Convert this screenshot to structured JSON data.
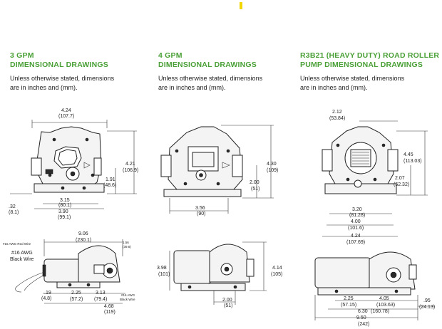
{
  "columns": [
    {
      "heading_line1": "3 GPM",
      "heading_line2": "DIMENSIONAL DRAWINGS",
      "note_line1": "Unless otherwise stated, dimensions",
      "note_line2": "are in inches and (mm).",
      "front_dims": {
        "width_in": "4.24",
        "width_mm": "(107.7)",
        "height_in": "4.21",
        "height_mm": "(106.9)",
        "mid_in": "1.91",
        "mid_mm": "(48.6)",
        "left_in": ".32",
        "left_mm": "(8.1)",
        "inner_in": "3.15",
        "inner_mm": "(80.1)",
        "base_in": "3.90",
        "base_mm": "(99.1)"
      },
      "side_dims": {
        "length_in": "9.06",
        "length_mm": "(230.1)",
        "small_in": "1.56",
        "small_mm": "(39.6)",
        "red_wire_label": "#16 AWG Red Wire",
        "wire_label_line1": "#16 AWG",
        "wire_label_line2": "Black Wire",
        "corner_label_line1": "#16 AWG",
        "corner_label_line2": "Black Wire",
        "foot_in": ".19",
        "foot_mm": "(4.8)",
        "a_in": "2.25",
        "a_mm": "(57.2)",
        "b_in": "3.13",
        "b_mm": "(79.4)",
        "c_in": "4.68",
        "c_mm": "(119)"
      }
    },
    {
      "heading_line1": "4 GPM",
      "heading_line2": "DIMENSIONAL DRAWINGS",
      "note_line1": "Unless otherwise stated, dimensions",
      "note_line2": "are in inches and (mm).",
      "front_dims": {
        "height_in": "4.30",
        "height_mm": "(109)",
        "mid_in": "2.00",
        "mid_mm": "(51)",
        "base_in": "3.56",
        "base_mm": "(90)"
      },
      "side_dims": {
        "left_in": "3.98",
        "left_mm": "(101)",
        "right_in": "4.14",
        "right_mm": "(105)",
        "foot_in": "2.00",
        "foot_mm": "(51)"
      }
    },
    {
      "heading_line1": "R3B21 (HEAVY DUTY) ROAD ROLLER",
      "heading_line2": "PUMP DIMENSIONAL DRAWINGS",
      "note_line1": "Unless otherwise stated, dimensions",
      "note_line2": "are in inches and (mm).",
      "front_dims": {
        "top_in": "2.12",
        "top_mm": "(53.84)",
        "height_in": "4.45",
        "height_mm": "(113.03)",
        "mid_in": "2.07",
        "mid_mm": "(52.32)",
        "a_in": "3.20",
        "a_mm": "(81.28)",
        "b_in": "4.00",
        "b_mm": "(101.6)",
        "c_in": "4.24",
        "c_mm": "(107.69)"
      },
      "side_dims": {
        "a_in": "2.25",
        "a_mm": "(57.15)",
        "b_in": "4.05",
        "b_mm": "(103.63)",
        "c_in": "6.30",
        "c_mm": "(160.78)",
        "d_in": "9.50",
        "d_mm": "(242)",
        "e_in": ".95",
        "e_mm": "(24.13)"
      }
    }
  ],
  "colors": {
    "heading": "#4aa037",
    "marker": "#f2d600"
  }
}
